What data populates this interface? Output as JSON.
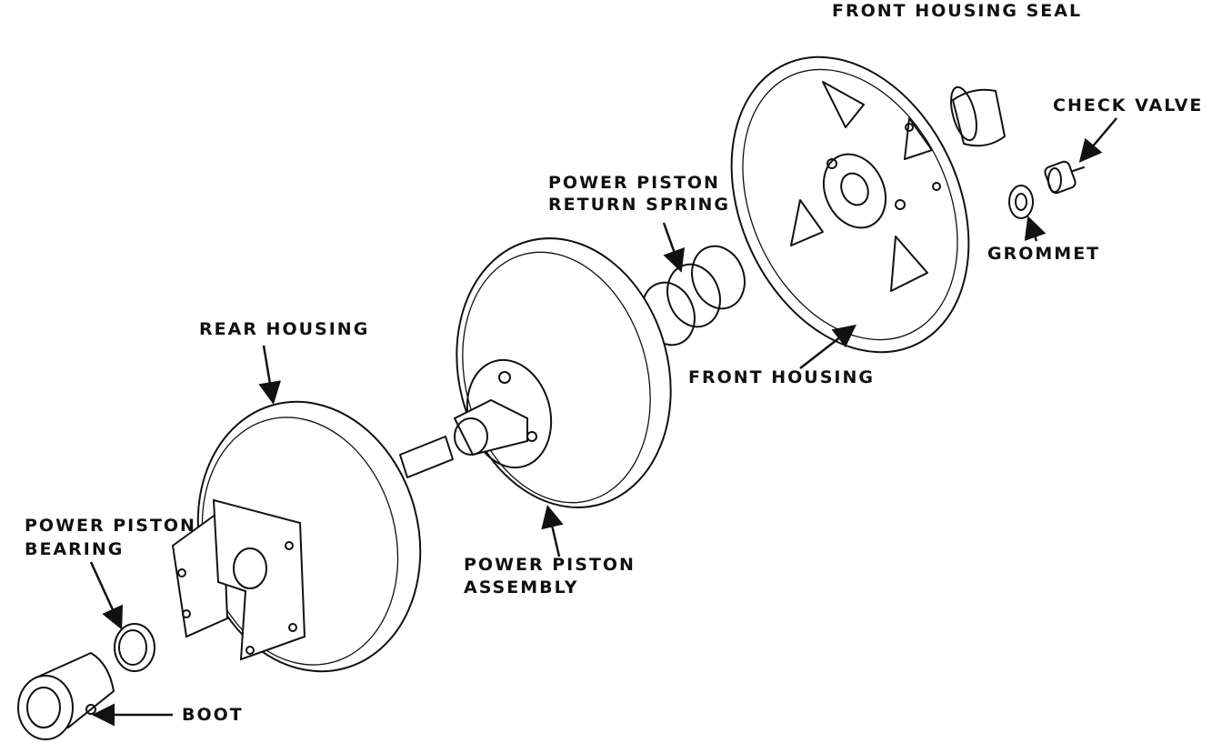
{
  "labels": {
    "front_housing_seal": "FRONT HOUSING SEAL",
    "check_valve": "CHECK VALVE",
    "grommet": "GROMMET",
    "power_piston_return_spring_line1": "POWER PISTON",
    "power_piston_return_spring_line2": "RETURN SPRING",
    "front_housing": "FRONT HOUSING",
    "rear_housing": "REAR HOUSING",
    "power_piston_bearing_line1": "POWER PISTON",
    "power_piston_bearing_line2": "BEARING",
    "power_piston_assembly_line1": "POWER PISTON",
    "power_piston_assembly_line2": "ASSEMBLY",
    "boot": "BOOT"
  },
  "colors": {
    "ink": "#111111",
    "paper": "#ffffff"
  }
}
